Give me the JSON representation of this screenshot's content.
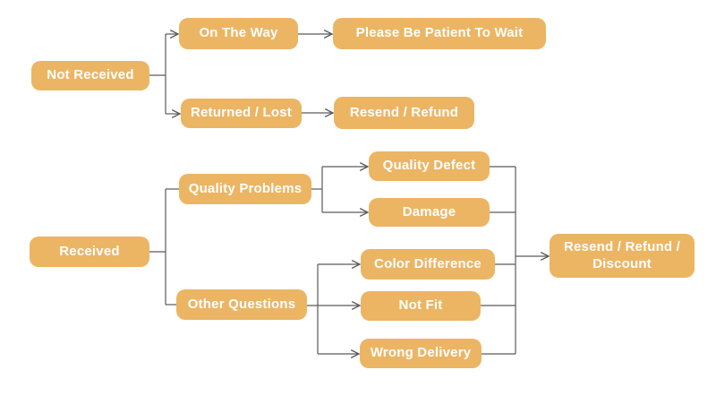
{
  "diagram_type": "flowchart",
  "colors": {
    "node_fill": "#ecb563",
    "node_text": "#ffffff",
    "connector": "#5b5b5b",
    "background": "#ffffff"
  },
  "nodes": {
    "not_received": {
      "label": "Not Received"
    },
    "on_the_way": {
      "label": "On The Way"
    },
    "please_wait": {
      "label": "Please Be Patient To Wait"
    },
    "returned_lost": {
      "label": "Returned / Lost"
    },
    "resend_refund": {
      "label": "Resend / Refund"
    },
    "received": {
      "label": "Received"
    },
    "quality_problems": {
      "label": "Quality Problems"
    },
    "quality_defect": {
      "label": "Quality Defect"
    },
    "damage": {
      "label": "Damage"
    },
    "other_questions": {
      "label": "Other Questions"
    },
    "color_difference": {
      "label": "Color Difference"
    },
    "not_fit": {
      "label": "Not Fit"
    },
    "wrong_delivery": {
      "label": "Wrong Delivery"
    },
    "resend_refund_discount": {
      "label": "Resend / Refund / Discount"
    }
  },
  "edges": [
    {
      "from": "Not Received",
      "to": "On The Way",
      "arrow": true
    },
    {
      "from": "Not Received",
      "to": "Returned / Lost",
      "arrow": true
    },
    {
      "from": "On The Way",
      "to": "Please Be Patient To Wait",
      "arrow": true
    },
    {
      "from": "Returned / Lost",
      "to": "Resend / Refund",
      "arrow": true
    },
    {
      "from": "Received",
      "to": "Quality Problems",
      "arrow": false
    },
    {
      "from": "Received",
      "to": "Other Questions",
      "arrow": false
    },
    {
      "from": "Quality Problems",
      "to": "Quality Defect",
      "arrow": true
    },
    {
      "from": "Quality Problems",
      "to": "Damage",
      "arrow": true
    },
    {
      "from": "Other Questions",
      "to": "Color Difference",
      "arrow": true
    },
    {
      "from": "Other Questions",
      "to": "Not Fit",
      "arrow": true
    },
    {
      "from": "Other Questions",
      "to": "Wrong Delivery",
      "arrow": true
    },
    {
      "from": "Quality Defect",
      "to": "Resend / Refund / Discount",
      "arrow": true
    },
    {
      "from": "Damage",
      "to": "Resend / Refund / Discount",
      "arrow": true
    },
    {
      "from": "Color Difference",
      "to": "Resend / Refund / Discount",
      "arrow": true
    },
    {
      "from": "Not Fit",
      "to": "Resend / Refund / Discount",
      "arrow": true
    },
    {
      "from": "Wrong Delivery",
      "to": "Resend / Refund / Discount",
      "arrow": true
    }
  ]
}
